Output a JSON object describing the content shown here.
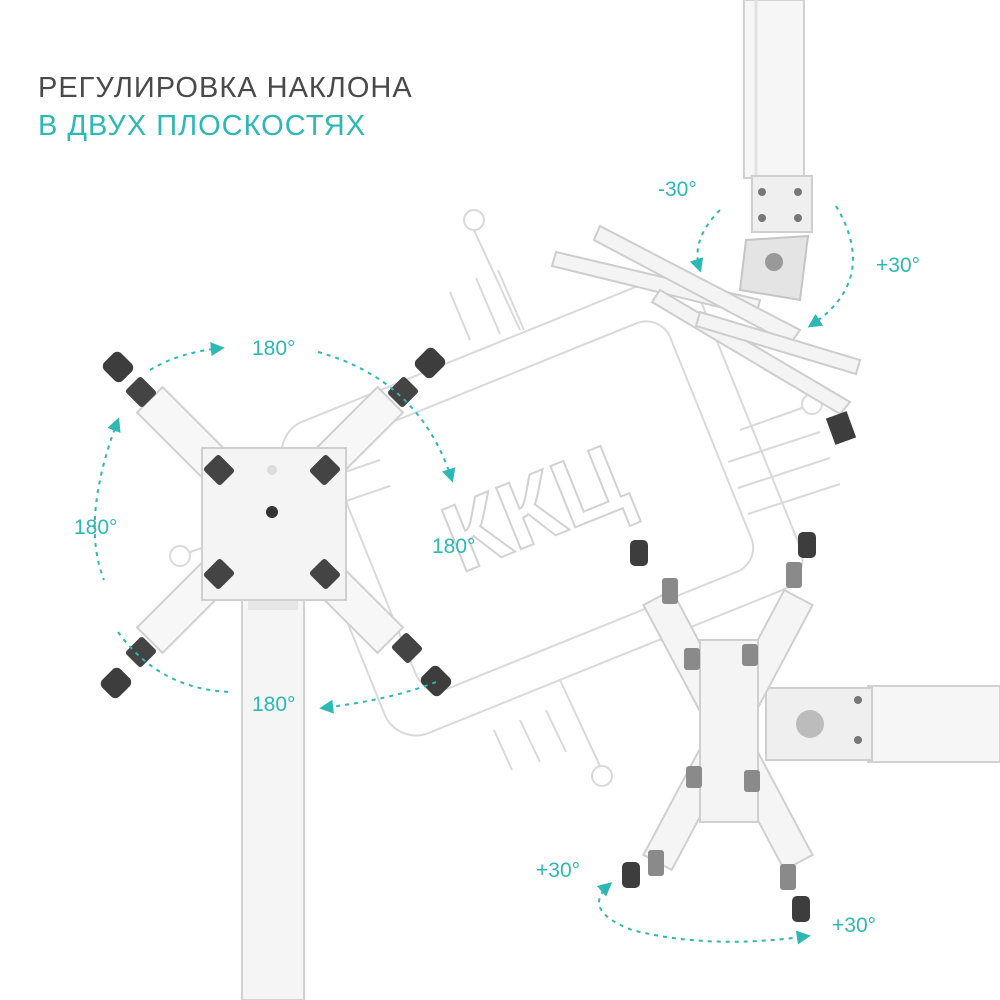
{
  "heading": {
    "line1": "РЕГУЛИРОВКА НАКЛОНА",
    "line2": "В ДВУХ ПЛОСКОСТЯХ"
  },
  "angles": {
    "rotate_top": "180°",
    "rotate_left": "180°",
    "rotate_right": "180°",
    "rotate_bottom": "180°",
    "tilt_top_neg": "-30°",
    "tilt_top_pos": "+30°",
    "tilt_bottom_left": "+30°",
    "tilt_bottom_right": "+30°"
  },
  "watermark": {
    "text": "ККЦ"
  },
  "colors": {
    "accent": "#2cb8b4",
    "heading_dark": "#4a4a4a",
    "watermark": "#d6d6d6",
    "mount_light": "#f2f2f2",
    "mount_edge": "#c9c9c9",
    "bracket_dark": "#3d3d3d"
  }
}
